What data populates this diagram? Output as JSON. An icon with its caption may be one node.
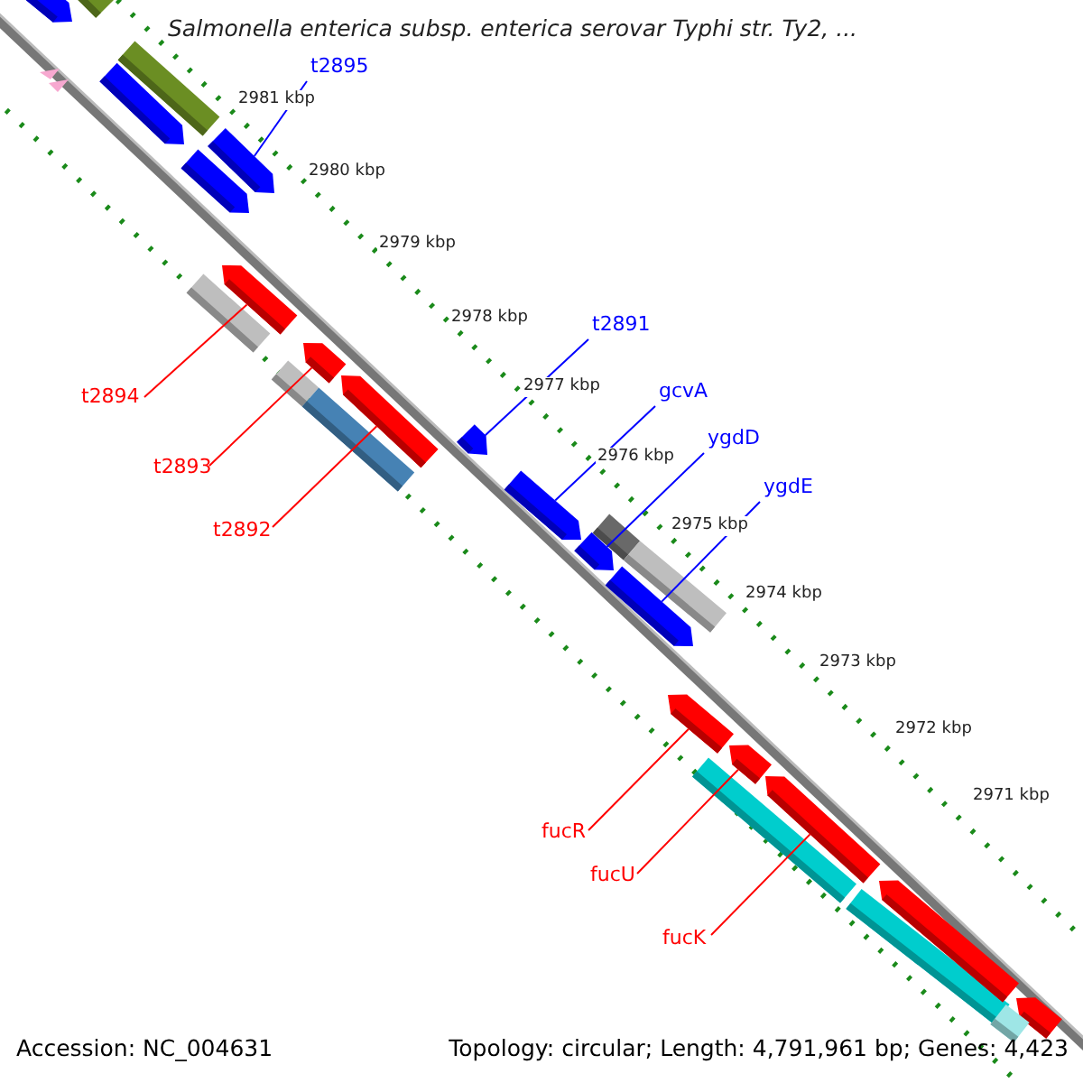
{
  "diagram": {
    "title": "Salmonella enterica subsp. enterica serovar Typhi str. Ty2, ...",
    "nodes": [
      {
        "text": [
          "t2895"
        ]
      },
      {
        "text": [
          "t2891"
        ]
      },
      {
        "text": [
          "gcvA"
        ]
      },
      {
        "text": [
          "t2894"
        ]
      },
      {
        "text": [
          "ygdD"
        ]
      },
      {
        "text": [
          "t2893"
        ]
      },
      {
        "text": [
          "ygdE"
        ]
      },
      {
        "text": [
          "t2892"
        ]
      },
      {
        "text": [
          "fucR"
        ]
      },
      {
        "text": [
          "fucU"
        ]
      },
      {
        "text": [
          "fucK"
        ]
      },
      {
        "text": [],
        "shape": "arrow"
      },
      {
        "text": [],
        "shape": "bar"
      },
      {
        "text": [],
        "shape": "bar"
      },
      {
        "text": [],
        "shape": "arrow"
      },
      {
        "text": [],
        "shape": "arrow"
      },
      {
        "text": [],
        "shape": "arrow"
      },
      {
        "text": [],
        "shape": "bar"
      },
      {
        "text": [],
        "shape": "arrow"
      },
      {
        "text": [],
        "shape": "bar"
      },
      {
        "text": [],
        "shape": "bar"
      },
      {
        "text": [],
        "shape": "arrow"
      },
      {
        "text": [],
        "shape": "arrow"
      },
      {
        "text": [],
        "shape": "arrow"
      },
      {
        "text": [],
        "shape": "arrow"
      },
      {
        "text": [],
        "shape": "arrow"
      },
      {
        "text": [],
        "shape": "arrow"
      },
      {
        "text": [],
        "shape": "bar"
      },
      {
        "text": [],
        "shape": "bar"
      },
      {
        "text": [],
        "shape": "arrow"
      },
      {
        "text": [],
        "shape": "arrow"
      },
      {
        "text": [],
        "shape": "arrow"
      },
      {
        "text": [],
        "shape": "bar"
      },
      {
        "text": [],
        "shape": "bar"
      },
      {
        "text": [],
        "shape": "arrow"
      },
      {
        "text": [],
        "shape": "arrow"
      },
      {
        "text": [],
        "shape": "bar"
      }
    ],
    "edges": [
      {
        "from": 0,
        "to": 15,
        "arrow": "none",
        "color": "#0000ff"
      },
      {
        "from": 1,
        "to": 23,
        "arrow": "none",
        "color": "#0000ff"
      },
      {
        "from": 2,
        "to": 24,
        "arrow": "none",
        "color": "#0000ff"
      },
      {
        "from": 3,
        "to": 18,
        "arrow": "none"
      },
      {
        "from": 4,
        "to": 25,
        "arrow": "none",
        "color": "#0000ff"
      },
      {
        "from": 5,
        "to": 21,
        "arrow": "none"
      },
      {
        "from": 6,
        "to": 26,
        "arrow": "none",
        "color": "#0000ff"
      },
      {
        "from": 7,
        "to": 22,
        "arrow": "none"
      },
      {
        "from": 8,
        "to": 29,
        "arrow": "none"
      },
      {
        "from": 9,
        "to": 30,
        "arrow": "none"
      },
      {
        "from": 10,
        "to": 31,
        "arrow": "none"
      }
    ],
    "labels": [
      "2981 kbp",
      "2980 kbp",
      "2979 kbp",
      "2978 kbp",
      "2977 kbp",
      "2976 kbp",
      "2975 kbp",
      "2974 kbp",
      "2973 kbp",
      "2972 kbp",
      "2971 kbp",
      "Accession: NC_004631",
      "Topology: circular; Length: 4,791,961 bp; Genes: 4,423"
    ]
  }
}
